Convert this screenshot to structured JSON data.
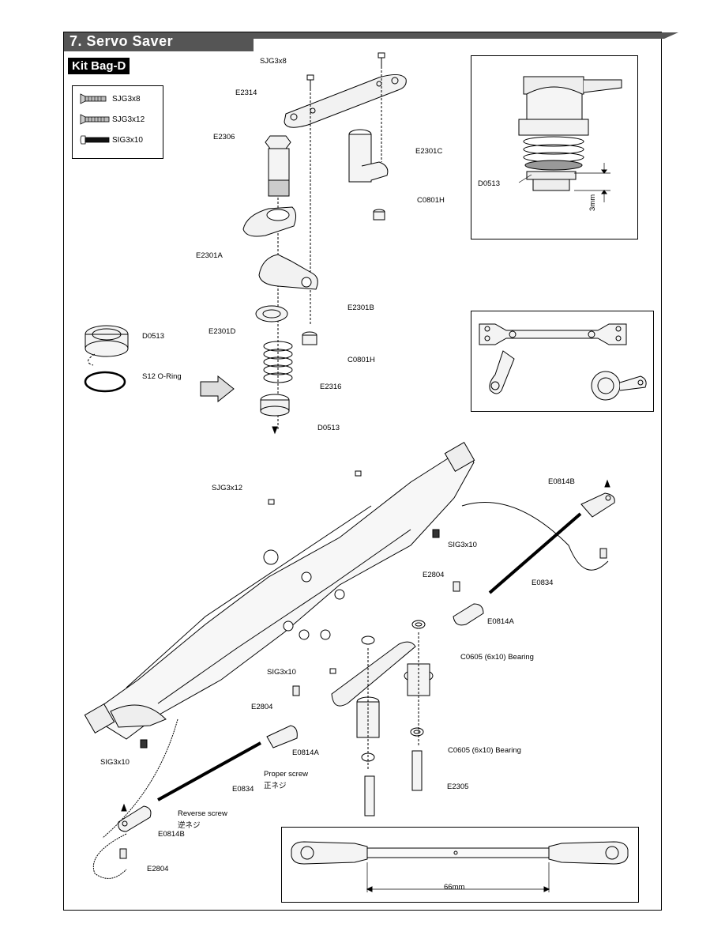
{
  "header": {
    "section_title": "7. Servo Saver",
    "kit_bag": "Kit Bag-D"
  },
  "legend": [
    {
      "label": "SJG3x8",
      "icon": "flat-head-screw-icon"
    },
    {
      "label": "SJG3x12",
      "icon": "flat-head-screw-icon"
    },
    {
      "label": "SIG3x10",
      "icon": "cap-screw-icon"
    }
  ],
  "exploded_labels": {
    "sjg3x8": "SJG3x8",
    "e2314": "E2314",
    "e2306": "E2306",
    "e2301c": "E2301C",
    "c0801h_top": "C0801H",
    "e2301a": "E2301A",
    "e2301b": "E2301B",
    "e2301d": "E2301D",
    "c0801h": "C0801H",
    "e2316": "E2316",
    "d0513": "D0513",
    "left_d0513": "D0513",
    "s12_oring": "S12 O-Ring"
  },
  "inset_top_right": {
    "part": "D0513",
    "dimension": "3mm"
  },
  "assembly_labels": {
    "sjg3x12": "SJG3x12",
    "sig3x10_top": "SIG3x10",
    "e0814b_right": "E0814B",
    "e2804_right": "E2804",
    "e0834_right": "E0834",
    "e0814a_right": "E0814A",
    "c0605_top": "C0605 (6x10) Bearing",
    "sig3x10_mid": "SIG3x10",
    "e2804_mid": "E2804",
    "e0814a_left": "E0814A",
    "c0605_bottom": "C0605 (6x10) Bearing",
    "sig3x10_left": "SIG3x10",
    "proper_screw": "Proper screw",
    "proper_screw_jp": "正ネジ",
    "e0834_left": "E0834",
    "e2305": "E2305",
    "reverse_screw": "Reverse screw",
    "reverse_screw_jp": "逆ネジ",
    "e0814b_left": "E0814B",
    "e2804_left": "E2804"
  },
  "inset_bottom": {
    "dimension": "66mm"
  }
}
